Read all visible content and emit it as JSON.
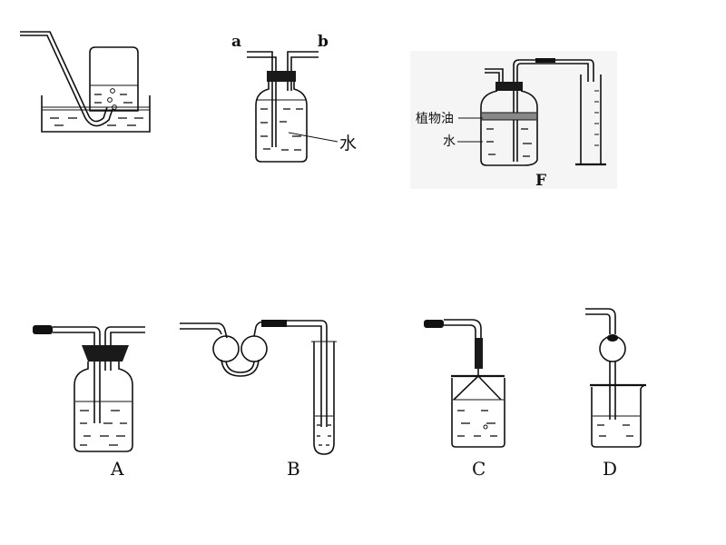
{
  "top": {
    "water_label": "水",
    "tube_end_a": "a",
    "tube_end_b": "b",
    "oil_label": "植物油",
    "f_water_label": "水",
    "f_label": "F"
  },
  "bottom": {
    "label_a": "A",
    "label_b": "B",
    "label_c": "C",
    "label_d": "D"
  }
}
